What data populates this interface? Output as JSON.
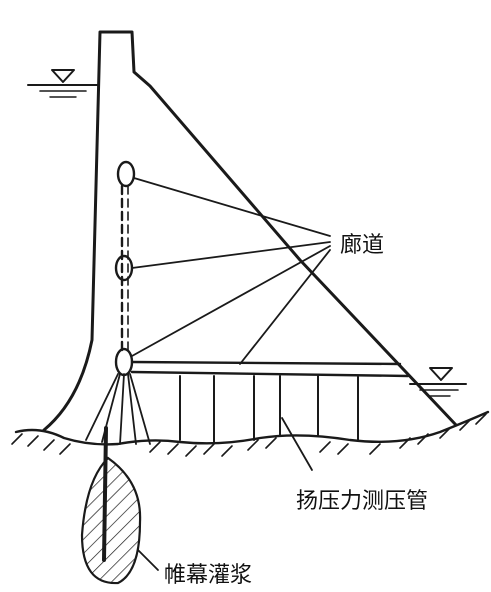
{
  "labels": {
    "gallery": "廊道",
    "uplift_pipe": "扬压力测压管",
    "grout_curtain": "帷幕灌浆"
  },
  "symbols": {
    "upstream_water_level": "water-level-icon",
    "downstream_water_level": "water-level-icon"
  },
  "colors": {
    "ink": "#1a1a1a",
    "background": "#ffffff"
  }
}
